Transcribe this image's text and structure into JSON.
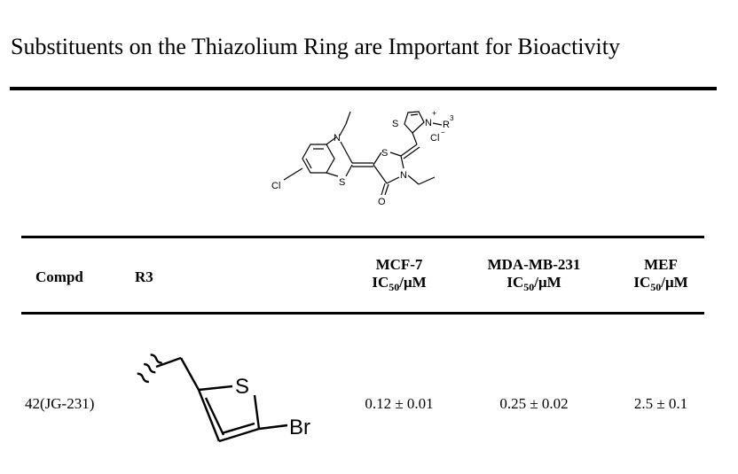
{
  "title": "Substituents on the Thiazolium Ring are Important for Bioactivity",
  "scaffold": {
    "atoms": {
      "s_thiazolium": "S",
      "n_plus": "N",
      "plus": "+",
      "r3": "R",
      "r3_sup": "3",
      "chloride": "Cl",
      "chloride_sup": "−",
      "n_methyl": "N",
      "s_benzo": "S",
      "cl": "Cl",
      "s_thiazolidinone": "S",
      "n_ethyl": "N",
      "o": "O"
    }
  },
  "table": {
    "headers": {
      "compd": "Compd",
      "r3": "R3",
      "mcf7_line1": "MCF-7",
      "mdamb231_line1": "MDA-MB-231",
      "mef_line1": "MEF",
      "ic_prefix": "IC",
      "ic_sub": "50",
      "ic_unit": "/μM"
    },
    "rows": [
      {
        "compd": "42(JG-231)",
        "r3_atoms": {
          "s": "S",
          "br": "Br"
        },
        "mcf7": "0.12 ± 0.01",
        "mdamb231": "0.25 ± 0.02",
        "mef": "2.5 ± 0.1"
      }
    ]
  }
}
